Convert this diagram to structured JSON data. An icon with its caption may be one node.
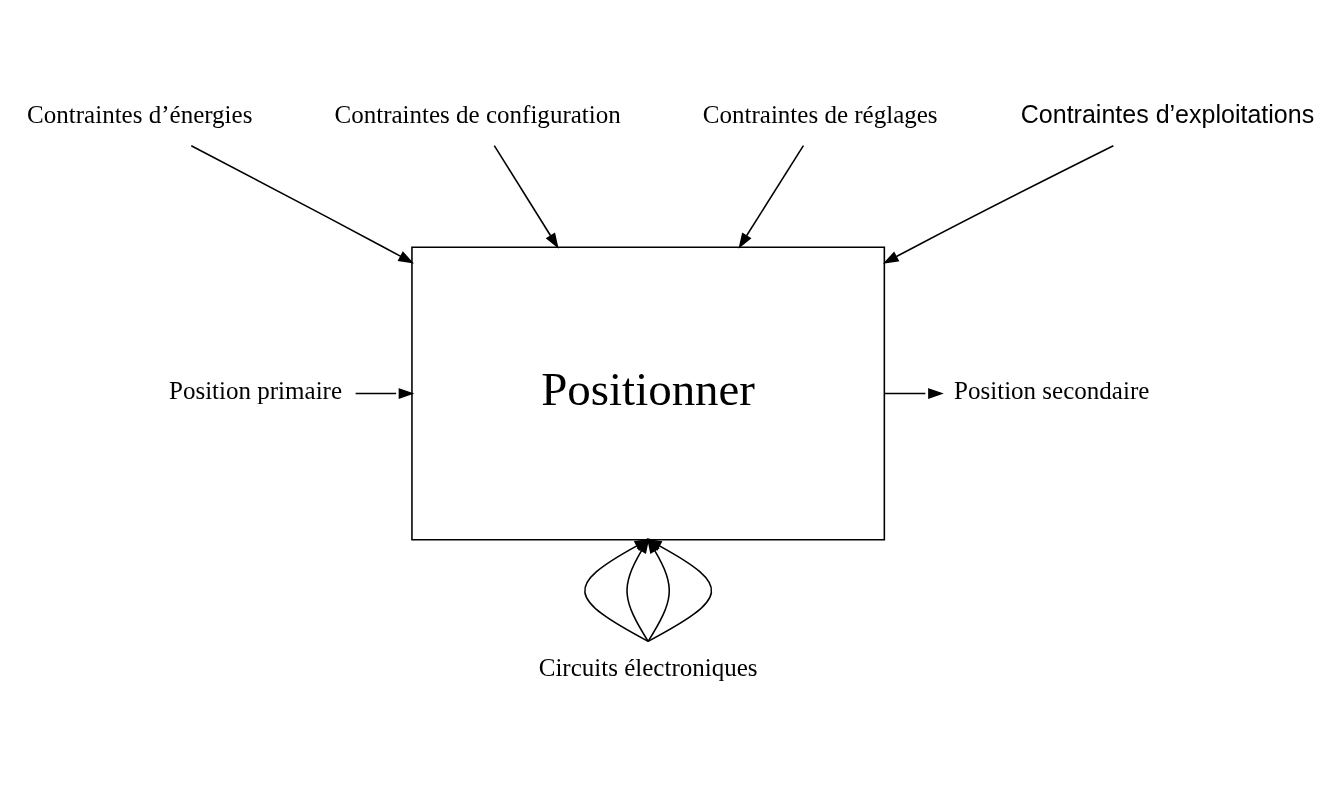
{
  "diagram": {
    "nodes": [
      {
        "text": [
          "Positionner"
        ]
      },
      {
        "text": [
          "Contraintes d’énergies"
        ]
      },
      {
        "text": [
          "Contraintes de configuration"
        ]
      },
      {
        "text": [
          "Contraintes de réglages"
        ]
      },
      {
        "text": [
          "Contraintes d’exploitations"
        ]
      },
      {
        "text": [
          "Position primaire"
        ]
      },
      {
        "text": [
          "Position secondaire"
        ]
      },
      {
        "text": [
          "Circuits électroniques"
        ]
      }
    ],
    "edges": [
      {
        "from": 1,
        "to": 0,
        "arrow": "to"
      },
      {
        "from": 2,
        "to": 0,
        "arrow": "to"
      },
      {
        "from": 3,
        "to": 0,
        "arrow": "to"
      },
      {
        "from": 4,
        "to": 0,
        "arrow": "to"
      },
      {
        "from": 5,
        "to": 0,
        "arrow": "to"
      },
      {
        "from": 0,
        "to": 6,
        "arrow": "to"
      },
      {
        "from": 7,
        "to": 0,
        "arrow": "to"
      },
      {
        "from": 7,
        "to": 0,
        "arrow": "to"
      },
      {
        "from": 7,
        "to": 0,
        "arrow": "to"
      },
      {
        "from": 7,
        "to": 0,
        "arrow": "to"
      }
    ]
  }
}
